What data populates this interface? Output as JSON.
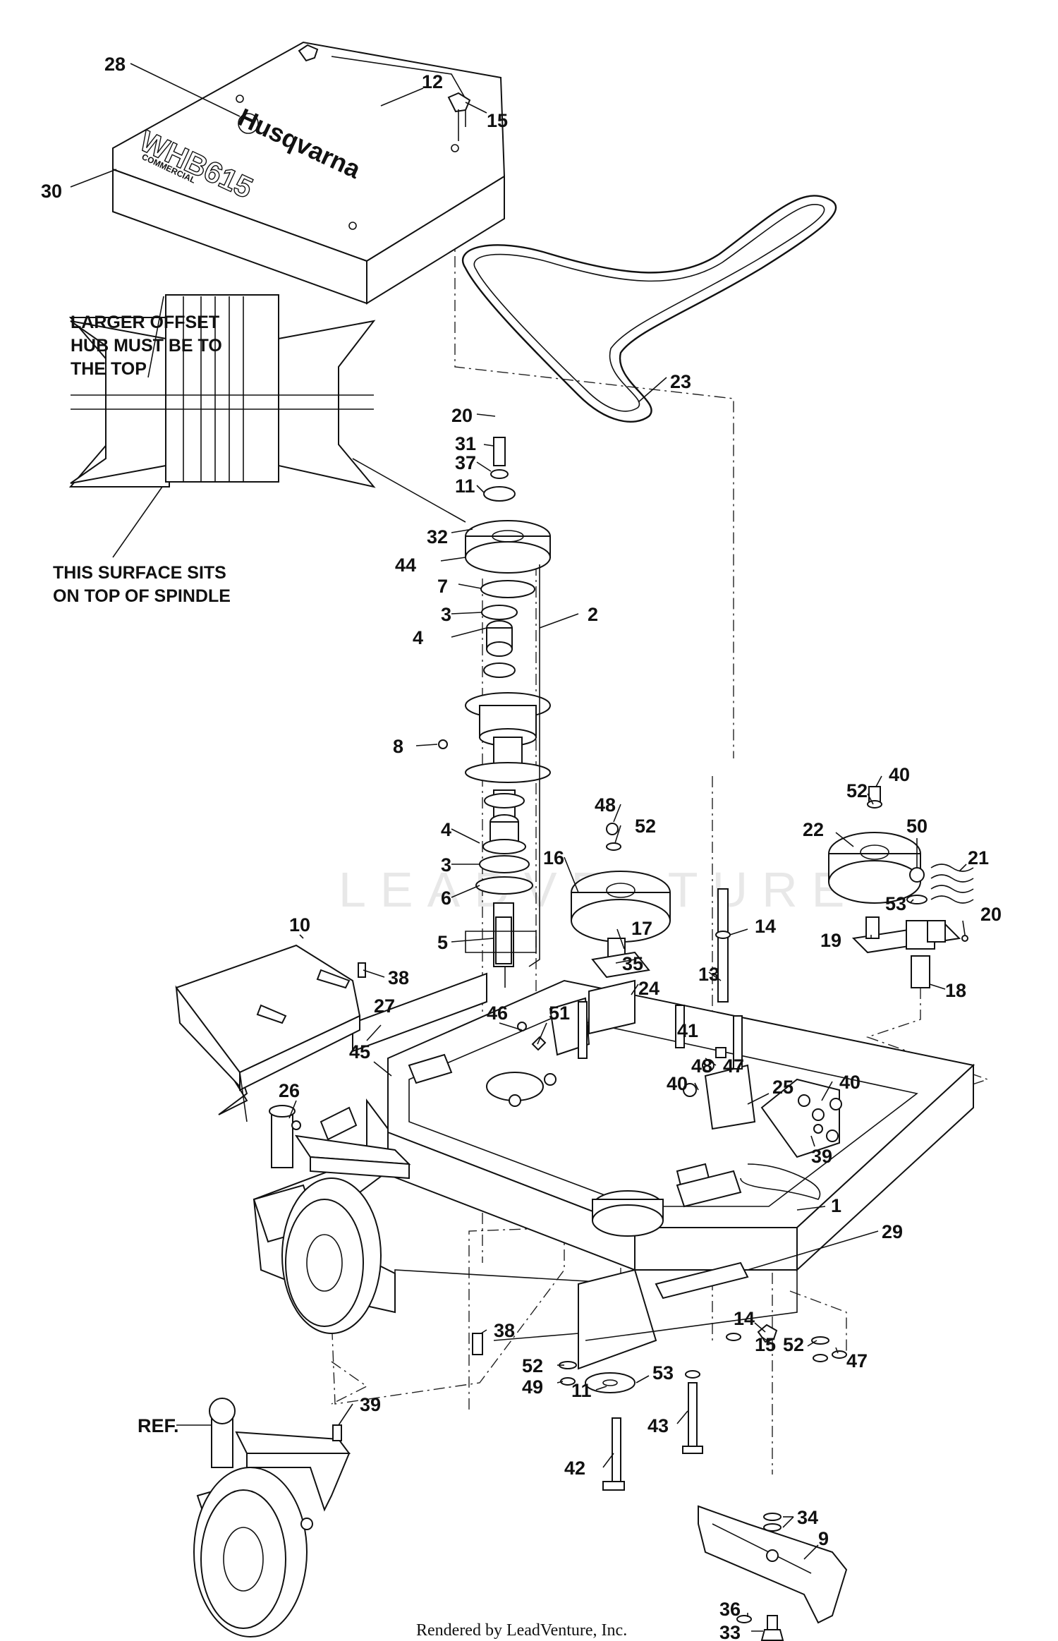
{
  "callouts": [
    "28",
    "12",
    "15",
    "30",
    "23",
    "20",
    "31",
    "37",
    "11",
    "32",
    "44",
    "7",
    "2",
    "3",
    "4",
    "8",
    "48",
    "52",
    "4",
    "16",
    "3",
    "6",
    "5",
    "17",
    "35",
    "14",
    "13",
    "24",
    "46",
    "51",
    "10",
    "38",
    "27",
    "45",
    "41",
    "48",
    "47",
    "40",
    "25",
    "26",
    "40",
    "39",
    "1",
    "29",
    "14",
    "15",
    "52",
    "47",
    "38",
    "52",
    "53",
    "49",
    "11",
    "43",
    "42",
    "39",
    "REF.",
    "34",
    "9",
    "36",
    "33",
    "52",
    "40",
    "22",
    "50",
    "21",
    "53",
    "20",
    "19",
    "18"
  ],
  "notes": {
    "hub": [
      "LARGER OFFSET",
      "HUB MUST BE TO",
      "THE TOP"
    ],
    "surface": [
      "THIS SURFACE SITS",
      "ON TOP OF SPINDLE"
    ]
  },
  "brand_text": "Husqvarna",
  "model_text": "WHB615",
  "model_sub": "COMMERCIAL",
  "watermark": "LEADVENTURE",
  "footer": "Rendered by LeadVenture, Inc."
}
